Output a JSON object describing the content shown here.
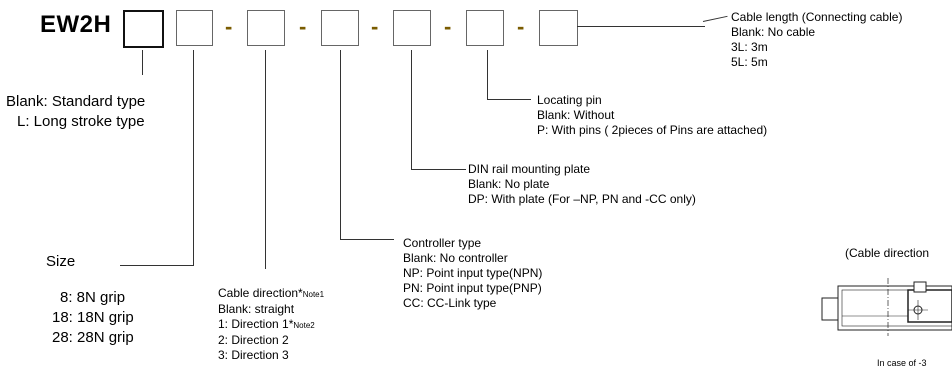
{
  "model": {
    "prefix": "EW2H",
    "dashes": [
      "-",
      "-",
      "-",
      "-",
      "-"
    ]
  },
  "stroke_type": {
    "lines": [
      "Blank: Standard type",
      "L: Long stroke type"
    ]
  },
  "size": {
    "title": "Size",
    "options": [
      "8: 8N grip",
      "18: 18N grip",
      "28: 28N grip"
    ]
  },
  "cable_direction": {
    "title": "Cable direction*",
    "title_note": "Note1",
    "lines": [
      "Blank: straight"
    ],
    "direction1": "1: Direction 1*",
    "direction1_note": "Note2",
    "more_lines": [
      "2: Direction 2",
      "3: Direction 3"
    ]
  },
  "controller_type": {
    "title": "Controller type",
    "lines": [
      "Blank: No controller",
      "NP: Point input type(NPN)",
      "PN: Point input type(PNP)",
      "CC: CC-Link type"
    ]
  },
  "din_rail": {
    "title": "DIN rail mounting plate",
    "lines": [
      "Blank: No plate",
      "DP: With plate (For –NP, PN and  -CC only)"
    ]
  },
  "locating_pin": {
    "title": "Locating pin",
    "lines": [
      "Blank: Without",
      "P: With pins ( 2pieces of Pins are attached)"
    ]
  },
  "cable_length": {
    "title": "Cable length (Connecting cable)",
    "lines": [
      "Blank: No cable",
      "3L: 3m",
      "5L: 5m"
    ]
  },
  "side_figure": {
    "caption_top": "(Cable direction",
    "caption_bottom": "In case of  -3"
  }
}
